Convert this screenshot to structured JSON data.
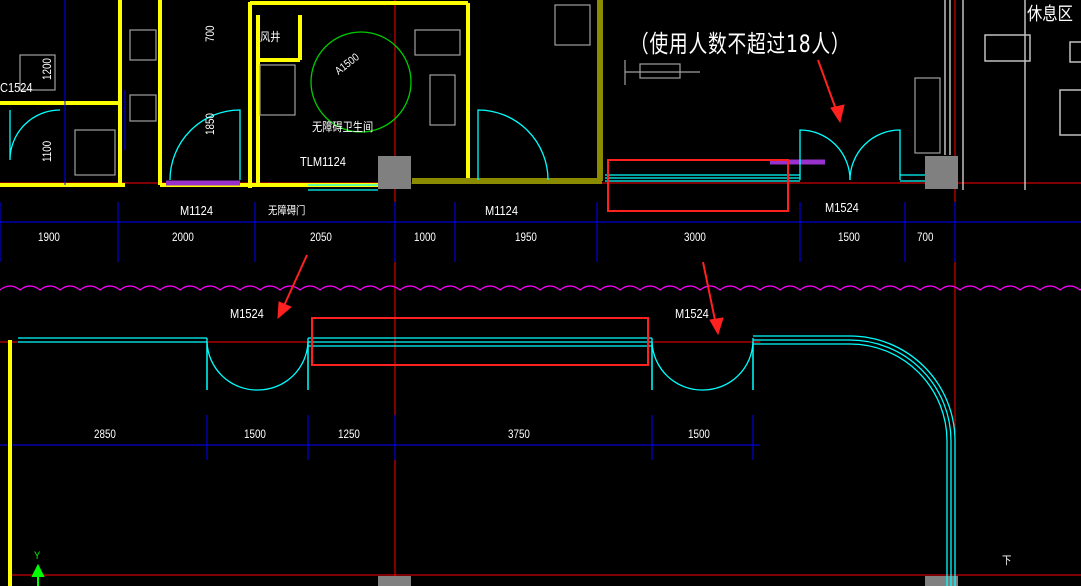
{
  "drawing": {
    "room_labels": {
      "accessible_restroom": "无障碍卫生间",
      "vent_shaft": "风井",
      "lounge": "休息区",
      "accessible_door_note": "无障碍门",
      "stair_down": "下"
    },
    "capacity_note": "（使用人数不超过18人）",
    "tags": {
      "c1524": "C1524",
      "a1500": "A1500",
      "tlm1124": "TLM1124",
      "m1124_left": "M1124",
      "m1124_right": "M1124",
      "m1524_top": "M1524",
      "m1524_lower_left": "M1524",
      "m1524_lower_right": "M1524"
    },
    "vertical_dims": {
      "d1200": "1200",
      "d1100": "1100",
      "d1850": "1850",
      "d700": "700"
    },
    "top_dims": [
      "1900",
      "2000",
      "2050",
      "1000",
      "1950",
      "3000",
      "1500",
      "700"
    ],
    "bottom_dims": [
      "2850",
      "1500",
      "1250",
      "3750",
      "1500"
    ],
    "axis_label": "Y",
    "colors": {
      "wall": "#ffff00",
      "door": "#00ffff",
      "dimension": "#0000ff",
      "axis": "#ff0000",
      "cloud": "#ff00ff",
      "highlight": "#ff2020",
      "fixture": "#c0c0c0",
      "column": "#808080"
    },
    "icons": [
      "red-arrow-icon",
      "revision-cloud",
      "highlight-box",
      "y-axis-icon"
    ]
  }
}
